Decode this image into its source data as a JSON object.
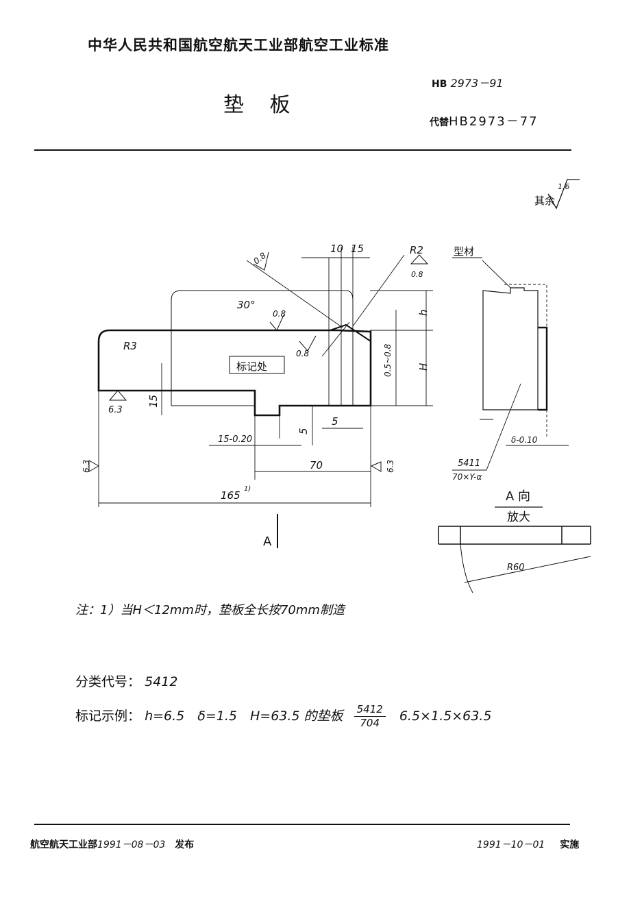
{
  "header": {
    "organization": "中华人民共和国航空航天工业部航空工业标准",
    "title": "垫 板",
    "standard_prefix": "HB",
    "standard_number": "2973－91",
    "replaces_label": "代替",
    "replaces_code": "HB2973－77"
  },
  "drawing": {
    "roughness_rest_label": "其余",
    "roughness_rest_value": "1.6",
    "roughness_values": [
      "0.8",
      "0.8",
      "0.8",
      "0.8",
      "6.3",
      "6.3",
      "6.3"
    ],
    "dim_10": "10",
    "dim_15_top": "15",
    "dim_r2": "R2",
    "dim_r3": "R3",
    "angle_30": "30°",
    "label_marking_area": "标记处",
    "dim_h": "h",
    "dim_H": "H",
    "dim_05_08": "0.5~0.8",
    "dim_15_left": "15",
    "dim_15_tol": "15-0.20",
    "dim_5_vert": "5",
    "dim_5_horiz": "5",
    "dim_70": "70",
    "dim_165": "165",
    "footnote_mark": "1)",
    "view_a_arrow": "A",
    "section_label": "型材",
    "delta_tol": "δ-0.10",
    "material_num": "5411",
    "material_den": "70×Y-α",
    "view_a_title": "A 向",
    "view_a_sub": "放大",
    "dim_r60": "R60"
  },
  "notes": {
    "note_1": "注：1）当H＜12mm时，垫板全长按70mm制造",
    "class_code_label": "分类代号：",
    "class_code_value": "5412",
    "marking_label": "标记示例：",
    "marking_params": "h=6.5　δ=1.5　H=63.5 的垫板",
    "marking_frac_num": "5412",
    "marking_frac_den": "704",
    "marking_suffix": "6.5×1.5×63.5"
  },
  "footer": {
    "issuer": "航空航天工业部",
    "issue_date": "1991－08－03",
    "issue_label": "发布",
    "effective_date": "1991－10－01",
    "effective_label": "实施"
  }
}
